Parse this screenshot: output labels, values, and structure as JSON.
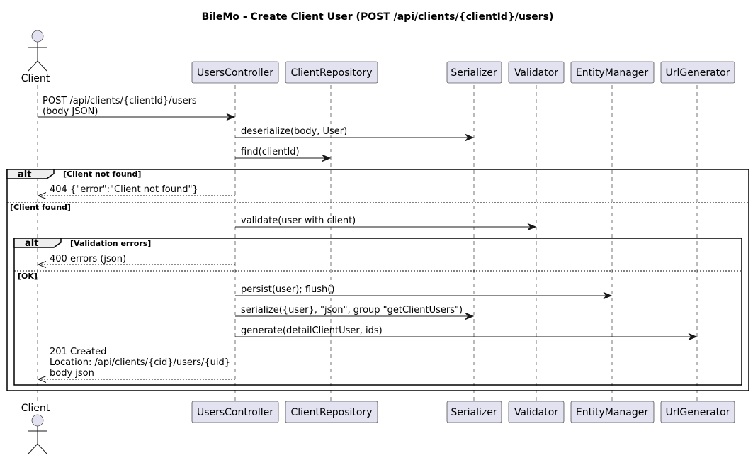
{
  "title": "BileMo - Create Client User (POST /api/clients/{clientId}/users)",
  "participants": {
    "client": "Client",
    "users_controller": "UsersController",
    "client_repository": "ClientRepository",
    "serializer": "Serializer",
    "validator": "Validator",
    "entity_manager": "EntityManager",
    "url_generator": "UrlGenerator"
  },
  "messages": {
    "post_line1": "POST /api/clients/{clientId}/users",
    "post_line2": "(body JSON)",
    "deserialize": "deserialize(body, User)",
    "find": "find(clientId)",
    "not_found_response": "404 {\"error\":\"Client not found\"}",
    "validate": "validate(user with client)",
    "errors_response": "400 errors (json)",
    "persist": "persist(user); flush()",
    "serialize": "serialize({user}, \"json\", group \"getClientUsers\")",
    "generate": "generate(detailClientUser, ids)",
    "created_line1": "201 Created",
    "created_line2": "Location: /api/clients/{cid}/users/{uid}",
    "created_line3": "body json"
  },
  "fragments": {
    "outer_keyword": "alt",
    "outer_condition_1": "[Client not found]",
    "outer_condition_2": "[Client found]",
    "inner_keyword": "alt",
    "inner_condition_1": "[Validation errors]",
    "inner_condition_2": "[OK]"
  },
  "colors": {
    "participant_fill": "#E2E2F0",
    "stroke": "#181818",
    "fragment_tab": "#EEEEEE"
  }
}
